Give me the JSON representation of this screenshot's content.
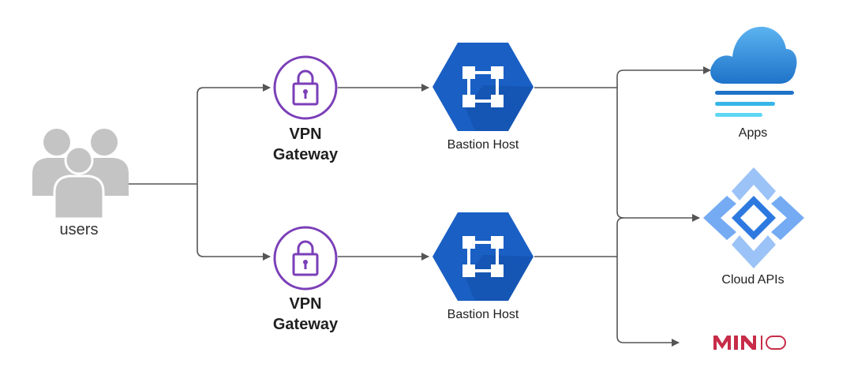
{
  "users": {
    "label": "users"
  },
  "vpn_gateways": [
    {
      "line1": "VPN",
      "line2": "Gateway"
    },
    {
      "line1": "VPN",
      "line2": "Gateway"
    }
  ],
  "bastion_hosts": [
    {
      "label": "Bastion Host"
    },
    {
      "label": "Bastion Host"
    }
  ],
  "services": {
    "apps": {
      "label": "Apps"
    },
    "cloud_apis": {
      "label": "Cloud APIs"
    },
    "minio": {
      "logo_text": "MINIO"
    }
  },
  "colors": {
    "connector": "#555555",
    "users_gray": "#c4c4c4",
    "vpn_purple": "#7b3fb8",
    "bastion_blue": "#1a5fc4",
    "cloud_blue": "#2f8fd8",
    "api_blue": "#4a8fe8",
    "minio_red": "#c72c48"
  }
}
